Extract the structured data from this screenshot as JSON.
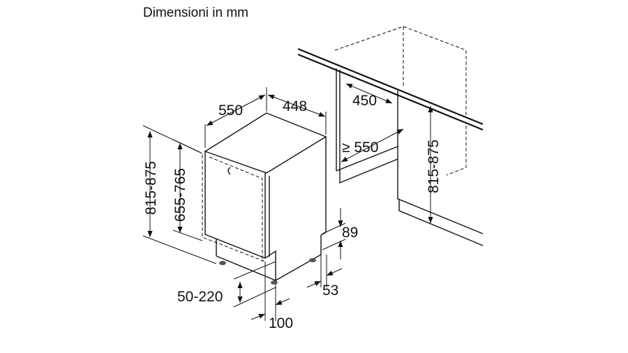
{
  "title": "Dimensioni in mm",
  "dimensions": {
    "appliance_depth": "550",
    "appliance_width": "448",
    "niche_width": "450",
    "niche_depth": "≥ 550",
    "niche_height": "815-875",
    "total_height": "815-875",
    "door_height": "655-765",
    "plinth_height": "89",
    "plinth_depth": "53",
    "foot_adjust": "50-220",
    "door_offset": "100"
  }
}
